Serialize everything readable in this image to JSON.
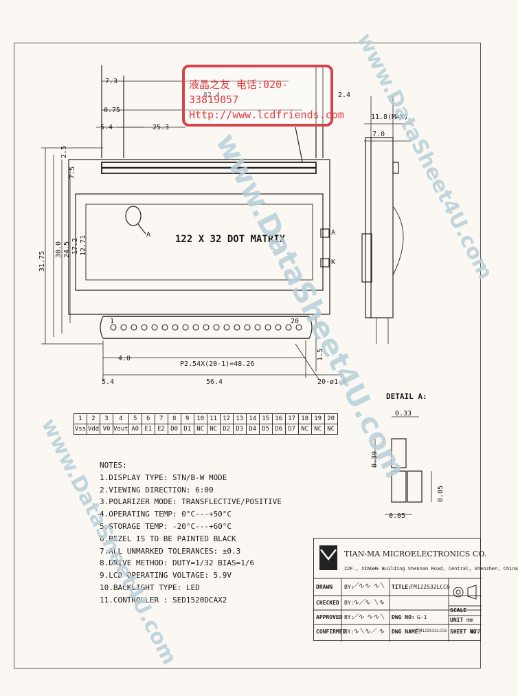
{
  "stamp": {
    "line1": "液晶之友 电话:020-33819057",
    "line2": "Http://www.lcdfriends.com"
  },
  "watermark": {
    "main": "www.DataSheet4U.com",
    "top_right": "www.DataSheet4U.com",
    "bottom_left": "www.DataSheet4U.com"
  },
  "dimensions": {
    "d7_3": "7.3",
    "d82_4": "82.4",
    "d0_75": "0.75",
    "d5_4": "5.4",
    "d25_3": "25.3",
    "d2_5": "2.5",
    "d7_5": "7.5",
    "d31_75": "31.75",
    "d30_0": "30.0",
    "d24_5": "24.5",
    "d17_2": "17.2",
    "d12_71": "12.71",
    "d4_0": "4.0",
    "pitch": "P2.54X(20-1)=48.26",
    "d5_4b": "5.4",
    "d56_4": "56.4",
    "hole": "20-ø1.0",
    "d1_5": "1.5",
    "d2_4": "2.4",
    "d11_8": "11.8(MAX)",
    "d7_0": "7.0",
    "pin20": "20",
    "pin1": "1",
    "label_a": "A",
    "label_k": "K",
    "marker_a": "A"
  },
  "display_text": "122 X 32 DOT MATRIX",
  "detail": {
    "title": "DETAIL A:",
    "d0_33": "0.33",
    "d0_39": "0.39",
    "d0_05v": "0.05",
    "d0_05h": "0.05"
  },
  "pin_table": {
    "numbers": [
      "1",
      "2",
      "3",
      "4",
      "5",
      "6",
      "7",
      "8",
      "9",
      "10",
      "11",
      "12",
      "13",
      "14",
      "15",
      "16",
      "17",
      "18",
      "19",
      "20"
    ],
    "signals": [
      "Vss",
      "Vdd",
      "V0",
      "Vout",
      "A0",
      "E1",
      "E2",
      "D0",
      "D1",
      "NC",
      "NC",
      "D2",
      "D3",
      "D4",
      "D5",
      "D6",
      "D7",
      "NC",
      "NC",
      "NC"
    ]
  },
  "notes": {
    "title": "NOTES:",
    "items": [
      "1.DISPLAY TYPE: STN/B-W MODE",
      "2.VIEWING DIRECTION: 6:00",
      "3.POLARIZER MODE: TRANSFLECTIVE/POSITIVE",
      "4.OPERATING TEMP: 0°C---+50°C",
      "5.STORAGE TEMP: -20°C---+60°C",
      "6.BEZEL IS TO BE PAINTED BLACK",
      "7.ALL UNMARKED TOLERANCES: ±0.3",
      "8.DRIVE METHOD: DUTY=1/32 BIAS=1/6",
      "9.LCD OPERATING VOLTAGE: 5.9V",
      "10.BACKLIGHT TYPE: LED",
      "11.CONTROLLER : SED1520DCAX2"
    ]
  },
  "title_block": {
    "company": "TIAN-MA MICROELECTRONICS CO.",
    "address": "22F., XINGHE Building  Shennan Road, Central, Shenzhen, China",
    "drawn": "DRAWN",
    "checked": "CHECKED",
    "approved": "APPROVED",
    "confirmed": "CONFIRMED",
    "by": "BY:",
    "title_label": "TITLE:",
    "title_value": "TM122S32LCC6",
    "dwg_label": "DWG NO:",
    "dwg_value": "G-1",
    "scale_label": "SCALE",
    "unit_label": "UNIT",
    "unit_value": "mm",
    "dwg_name_label": "DWG NAME:",
    "dwg_name_value": "TM122S32LCC6",
    "sheet_label": "SHEET NO:",
    "sheet_value": "6/7"
  }
}
